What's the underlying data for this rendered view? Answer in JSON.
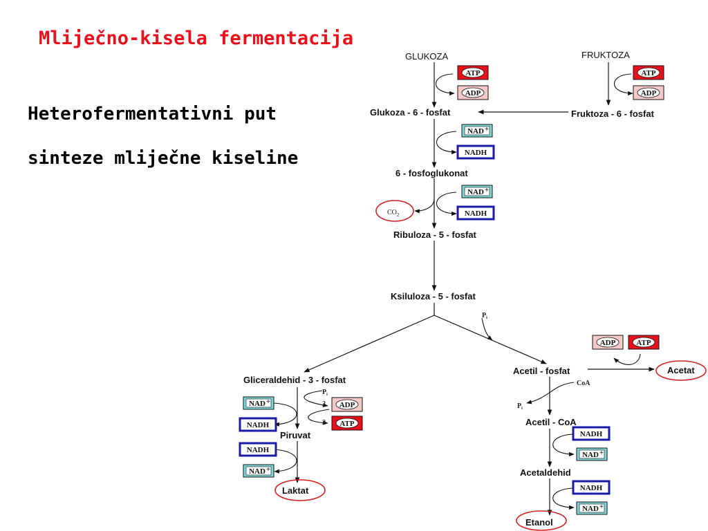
{
  "slide": {
    "title": "Mliječno-kisela fermentacija",
    "subtitle_line1": "Heterofermentativni put",
    "subtitle_line2": "sinteze mliječne kiseline"
  },
  "colors": {
    "title": "#e8101a",
    "atp_fill": "#e8101a",
    "adp_fill": "#f6c8c8",
    "nad_fill": "#7fd8d8",
    "nadh_border": "#1a1aa8",
    "highlight_ring": "#d42020"
  },
  "metabolites": {
    "glukoza": "GLUKOZA",
    "fruktoza": "FRUKTOZA",
    "g6p": "Glukoza - 6 - fosfat",
    "f6p": "Fruktoza - 6 - fosfat",
    "pglukonat": "6 - fosfoglukonat",
    "ribuloza": "Ribuloza - 5 - fosfat",
    "ksiluloza": "Ksiluloza - 5 - fosfat",
    "gliceraldehid": "Gliceraldehid - 3 - fosfat",
    "acetilfosfat": "Acetil - fosfat",
    "acetat": "Acetat",
    "piruvat": "Piruvat",
    "laktat": "Laktat",
    "acetilcoa": "Acetil - CoA",
    "acetaldehid": "Acetaldehid",
    "etanol": "Etanol"
  },
  "cofactors": {
    "atp": "ATP",
    "adp": "ADP",
    "nad": "NAD",
    "nad_sup": "+",
    "nadh": "NADH",
    "co2": "CO",
    "co2_sub": "2",
    "pi": "P",
    "pi_sub": "i",
    "coa": "CoA",
    "two": "2"
  }
}
